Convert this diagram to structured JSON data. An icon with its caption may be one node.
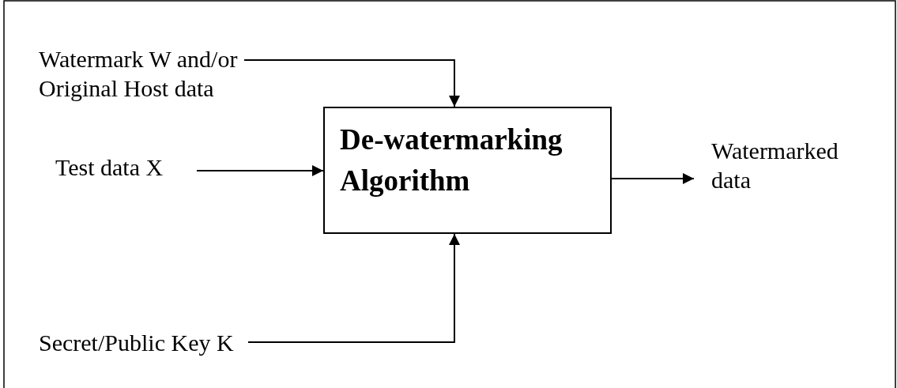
{
  "diagram": {
    "nodes": [
      {
        "text": [
          "Watermark W and/or Original Host data"
        ]
      },
      {
        "text": [
          "Test data X"
        ]
      },
      {
        "text": [
          "Secret/Public Key K"
        ]
      },
      {
        "text": [
          "De-watermarking Algorithm"
        ]
      },
      {
        "text": [
          "Watermarked data"
        ]
      }
    ],
    "edges": [
      {
        "from": 0,
        "to": 3,
        "arrow": "to"
      },
      {
        "from": 1,
        "to": 3,
        "arrow": "to"
      },
      {
        "from": 2,
        "to": 3,
        "arrow": "to"
      },
      {
        "from": 3,
        "to": 4,
        "arrow": "to"
      }
    ]
  }
}
